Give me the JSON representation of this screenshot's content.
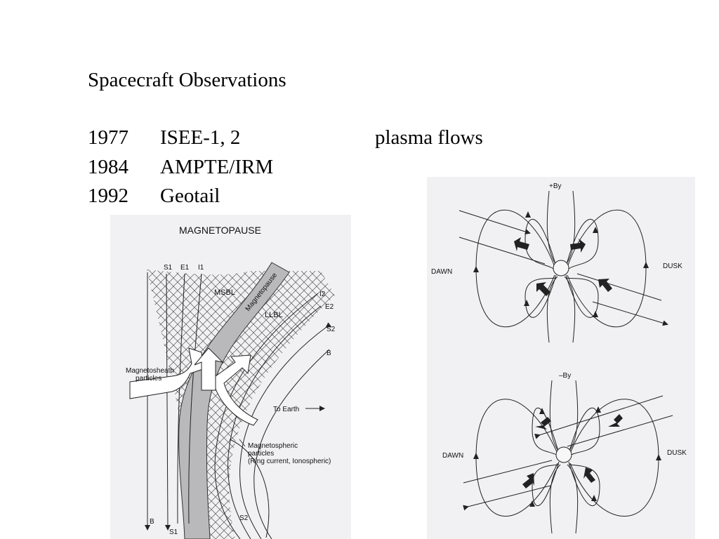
{
  "slide": {
    "title": "Spacecraft Observations",
    "missions": [
      {
        "year": "1977",
        "spacecraft": "ISEE-1, 2"
      },
      {
        "year": "1984",
        "spacecraft": "AMPTE/IRM"
      },
      {
        "year": "1992",
        "spacecraft": "Geotail"
      }
    ],
    "right_label": "plasma flows"
  },
  "magnetopause_figure": {
    "title": "MAGNETOPAUSE",
    "boundary_label": "Magnetopause",
    "region_labels": {
      "msbl": "MSBL",
      "llbl": "LLBL"
    },
    "top_labels": {
      "s1": "S1",
      "e1": "E1",
      "i1": "I1"
    },
    "right_labels": {
      "i2": "I2",
      "e2": "E2",
      "s2": "S2",
      "b": "B"
    },
    "bottom_labels": {
      "b": "B",
      "s1": "S1",
      "s2": "S2"
    },
    "magnetosheath": [
      "Magnetosheath",
      "particles"
    ],
    "to_earth": "To Earth",
    "magnetospheric": [
      "Magnetospheric",
      "particles",
      "(Ring current, Ionospheric)"
    ]
  },
  "flow_figure": {
    "top_panel": {
      "label": "+By",
      "left": "DAWN",
      "right": "DUSK"
    },
    "bottom_panel": {
      "label": "–By",
      "left": "DAWN",
      "right": "DUSK"
    }
  }
}
